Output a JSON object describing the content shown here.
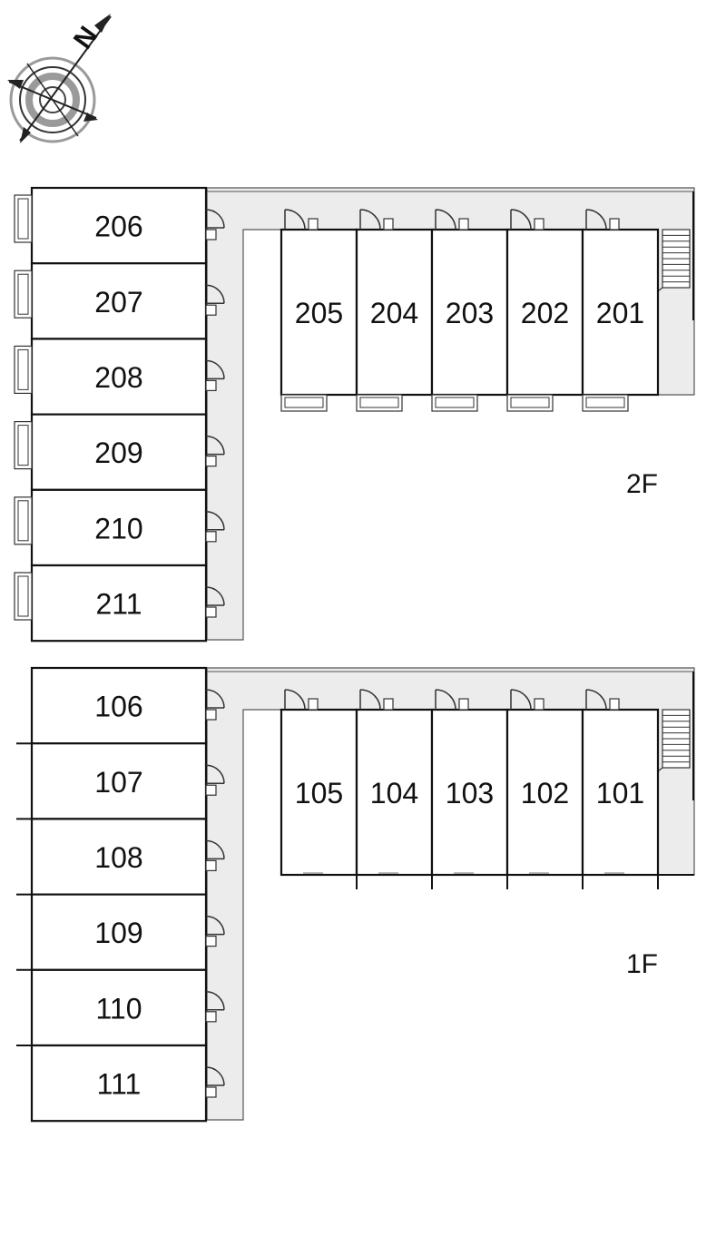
{
  "compass": {
    "north_label": "N",
    "icon": "compass-icon"
  },
  "colors": {
    "corridor": "#ececec",
    "wall": "#111111",
    "line": "#555555",
    "compass_ring": "#9a9a9a"
  },
  "floors": [
    {
      "id": "2F",
      "label": "2F",
      "left_rooms": [
        "206",
        "207",
        "208",
        "209",
        "210",
        "211"
      ],
      "top_rooms": [
        "205",
        "204",
        "203",
        "202",
        "201"
      ],
      "has_balconies": true
    },
    {
      "id": "1F",
      "label": "1F",
      "left_rooms": [
        "106",
        "107",
        "108",
        "109",
        "110",
        "111"
      ],
      "top_rooms": [
        "105",
        "104",
        "103",
        "102",
        "101"
      ],
      "has_balconies": false
    }
  ]
}
